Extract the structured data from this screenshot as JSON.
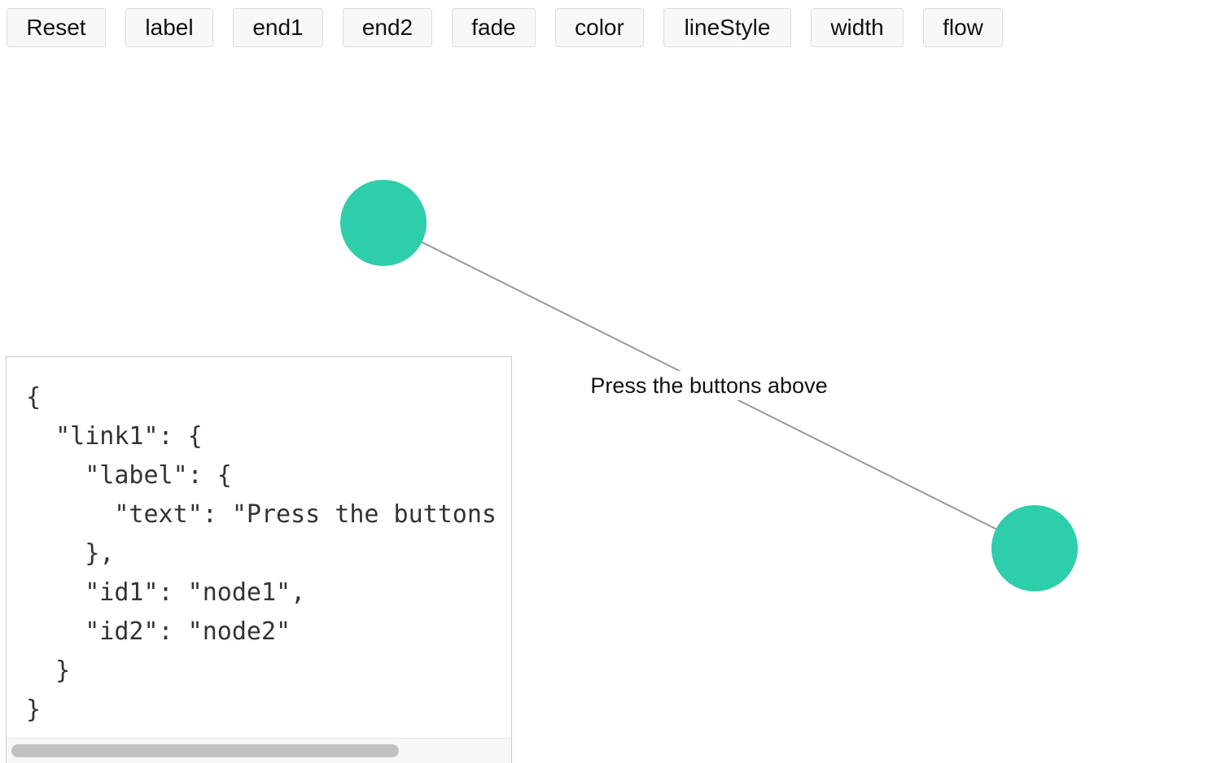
{
  "toolbar": {
    "buttons": [
      {
        "label": "Reset"
      },
      {
        "label": "label"
      },
      {
        "label": "end1"
      },
      {
        "label": "end2"
      },
      {
        "label": "fade"
      },
      {
        "label": "color"
      },
      {
        "label": "lineStyle"
      },
      {
        "label": "width"
      },
      {
        "label": "flow"
      }
    ]
  },
  "graph": {
    "node_color": "#2dcea9",
    "link_color": "#999999",
    "link_label": "Press the buttons above"
  },
  "code_panel": {
    "text": "{\n  \"link1\": {\n    \"label\": {\n      \"text\": \"Press the buttons above\"\n    },\n    \"id1\": \"node1\",\n    \"id2\": \"node2\"\n  }\n}"
  }
}
